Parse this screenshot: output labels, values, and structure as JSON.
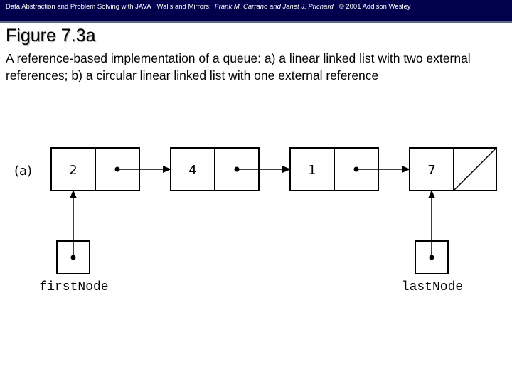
{
  "header": {
    "book_title": "Data Abstraction and Problem Solving with JAVA",
    "subtitle": "Walls and Mirrors;",
    "authors": "Frank M. Carrano and Janet J. Prichard",
    "copyright": "© 2001 Addison Wesley"
  },
  "slide": {
    "title": "Figure 7.3a",
    "caption": "A reference-based implementation of a queue: a) a linear linked list with two external references; b) a circular linear linked list with one external reference"
  },
  "diagram": {
    "part_label": "(a)",
    "nodes": [
      {
        "value": "2",
        "next": "reference"
      },
      {
        "value": "4",
        "next": "reference"
      },
      {
        "value": "1",
        "next": "reference"
      },
      {
        "value": "7",
        "next": "null"
      }
    ],
    "external_references": [
      {
        "label": "firstNode",
        "points_to": "2"
      },
      {
        "label": "lastNode",
        "points_to": "7"
      }
    ],
    "colors": {
      "stroke": "#000000",
      "header_bg": "#00004d"
    }
  }
}
